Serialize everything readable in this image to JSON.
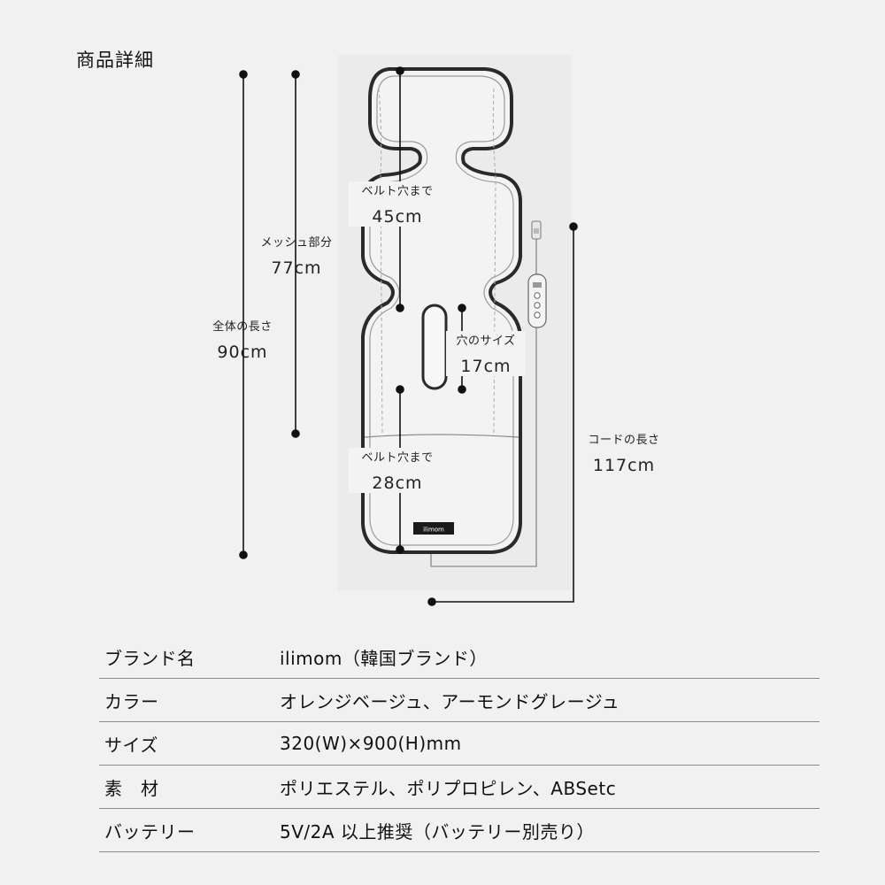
{
  "title": "商品詳細",
  "brand_tag": "ilimom",
  "dimensions": {
    "total_length": {
      "caption": "全体の長さ",
      "value": "90cm"
    },
    "mesh_part": {
      "caption": "メッシュ部分",
      "value": "77cm"
    },
    "belt_hole_top": {
      "caption": "ベルト穴まで",
      "value": "45cm"
    },
    "hole_size": {
      "caption": "穴のサイズ",
      "value": "17cm"
    },
    "belt_hole_bottom": {
      "caption": "ベルト穴まで",
      "value": "28cm"
    },
    "cord_length": {
      "caption": "コードの長さ",
      "value": "117cm"
    }
  },
  "specs": [
    {
      "label": "ブランド名",
      "value": "ilimom（韓国ブランド）"
    },
    {
      "label": "カラー",
      "value": "オレンジベージュ、アーモンドグレージュ"
    },
    {
      "label": "サイズ",
      "value": "320(W)×900(H)mm"
    },
    {
      "label": "素　材",
      "value": "ポリエステル、ポリプロピレン、ABSetc"
    },
    {
      "label": "バッテリー",
      "value": "5V/2A 以上推奨（バッテリー別売り）"
    }
  ]
}
